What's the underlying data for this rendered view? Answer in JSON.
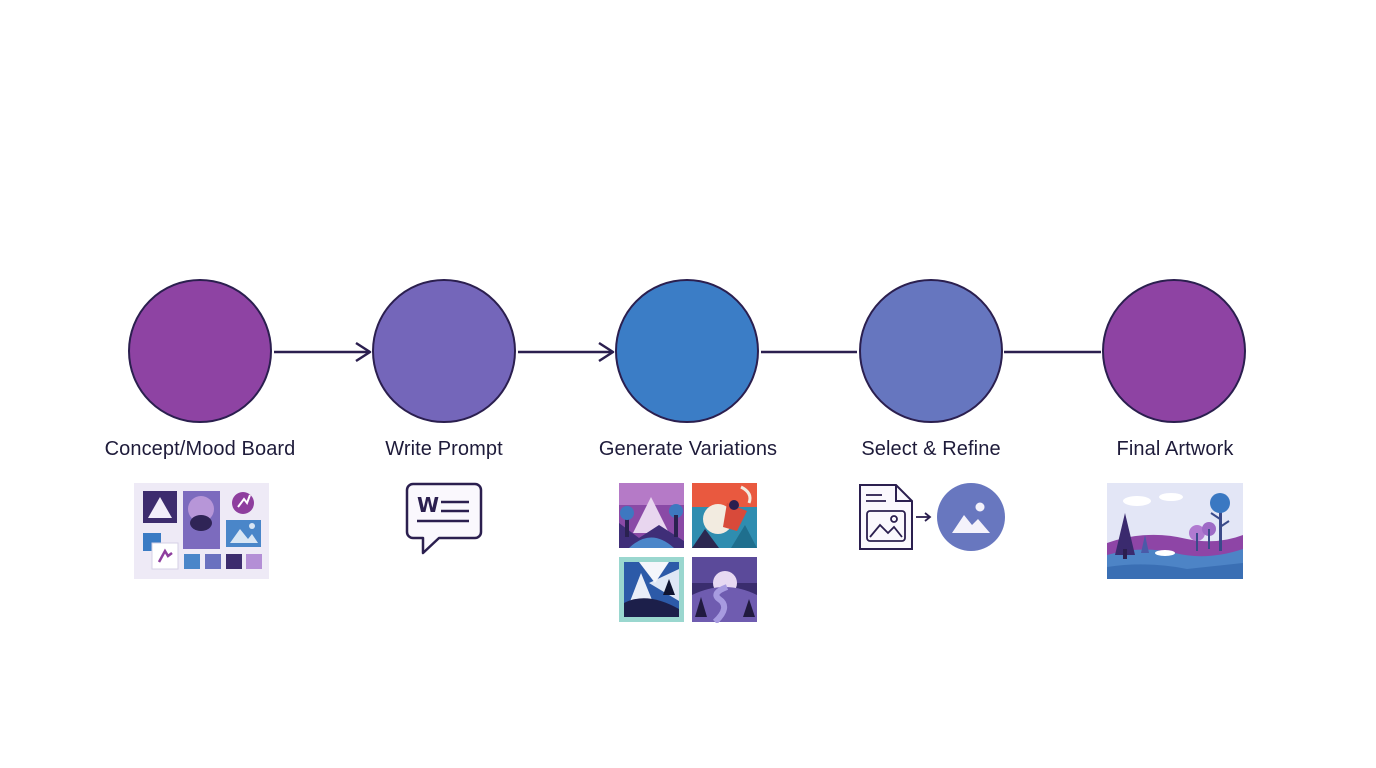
{
  "steps": [
    {
      "id": "concept",
      "label": "Concept/Mood Board",
      "color": "#8e43a3"
    },
    {
      "id": "prompt",
      "label": "Write Prompt",
      "color": "#7466ba"
    },
    {
      "id": "generate",
      "label": "Generate Variations",
      "color": "#3b7dc6"
    },
    {
      "id": "select",
      "label": "Select & Refine",
      "color": "#6676bf"
    },
    {
      "id": "final",
      "label": "Final Artwork",
      "color": "#8e43a3"
    }
  ],
  "prompt_icon_letter": "W",
  "connector_color": "#2b1f4f",
  "connectors": [
    {
      "from": "concept",
      "to": "prompt",
      "arrow": true
    },
    {
      "from": "prompt",
      "to": "generate",
      "arrow": true
    },
    {
      "from": "generate",
      "to": "select",
      "arrow": false
    },
    {
      "from": "select",
      "to": "final",
      "arrow": false
    }
  ]
}
